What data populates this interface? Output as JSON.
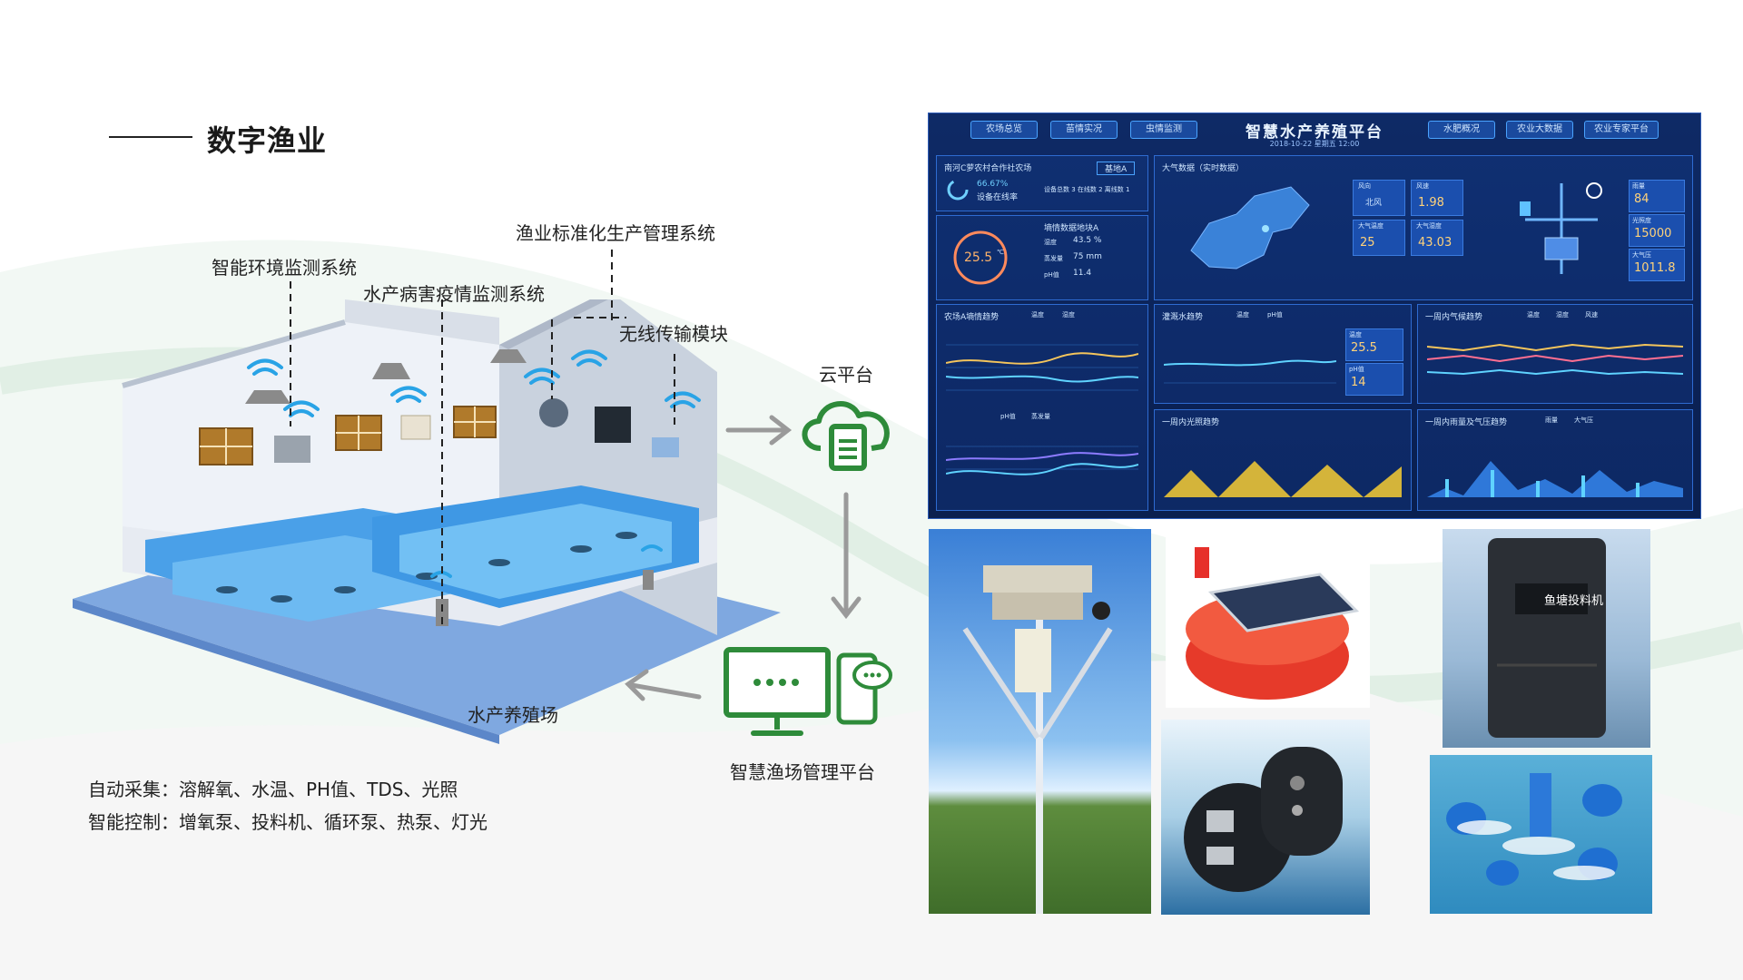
{
  "header": {
    "title": "数字渔业"
  },
  "diagram": {
    "labels": {
      "env_monitor": "智能环境监测系统",
      "standard_mgmt": "渔业标准化生产管理系统",
      "disease_monitor": "水产病害疫情监测系统",
      "wireless": "无线传输模块",
      "cloud": "云平台",
      "farm": "水产养殖场",
      "platform": "智慧渔场管理平台"
    }
  },
  "footer": {
    "line1": "自动采集：溶解氧、水温、PH值、TDS、光照",
    "line2": "智能控制：增氧泵、投料机、循环泵、热泵、灯光"
  },
  "dashboard": {
    "title": "智慧水产养殖平台",
    "date": "2018-10-22  星期五  12:00",
    "tabs_left": [
      "农场总览",
      "苗情实况",
      "虫情监测"
    ],
    "tabs_right": [
      "水肥概况",
      "农业大数据",
      "农业专家平台"
    ],
    "farm_name": "南河C萝农村合作社农场",
    "select": "基地A",
    "online_rate": "66.67%",
    "online_label": "设备在线率",
    "device_stats": "设备总数 3    在线数 2    离线数 1",
    "temp_value": "25.5",
    "temp_unit": "℃",
    "soil_title": "墒情数据地块A",
    "soil_rows": [
      {
        "label": "湿度",
        "value": "43.5 %"
      },
      {
        "label": "蒸发量",
        "value": "75 mm"
      },
      {
        "label": "pH值",
        "value": "11.4"
      }
    ],
    "weather_title": "大气数据（实时数据）",
    "weather_cells": [
      {
        "label": "风向",
        "value": "北风"
      },
      {
        "label": "风速",
        "value": "1.98"
      },
      {
        "label": "大气温度",
        "value": "25"
      },
      {
        "label": "大气湿度",
        "value": "43.03"
      }
    ],
    "side_values": [
      {
        "label": "雨量",
        "value": "84"
      },
      {
        "label": "光照度",
        "value": "15000"
      },
      {
        "label": "大气压",
        "value": "1011.8"
      }
    ],
    "chart_titles": [
      "农场A墒情趋势",
      "灌溉水趋势",
      "一周内气候趋势",
      "一周内光照趋势",
      "一周内雨量及气压趋势"
    ],
    "mini_legends": {
      "a": [
        "温度",
        "湿度"
      ],
      "b": [
        "温度",
        "pH值"
      ],
      "c": [
        "温度",
        "湿度",
        "风速"
      ],
      "d": [
        "pH值",
        "蒸发量"
      ],
      "e": [
        "雨量",
        "大气压"
      ]
    },
    "irrigation": [
      {
        "label": "温度",
        "value": "25.5"
      },
      {
        "label": "pH值",
        "value": "14"
      }
    ]
  },
  "products": {
    "feeder_label": "鱼塘投料机"
  },
  "colors": {
    "accent_green": "#2e8b3a",
    "arrow_gray": "#9a9a9a",
    "dash_bg": "#0e2a66"
  }
}
